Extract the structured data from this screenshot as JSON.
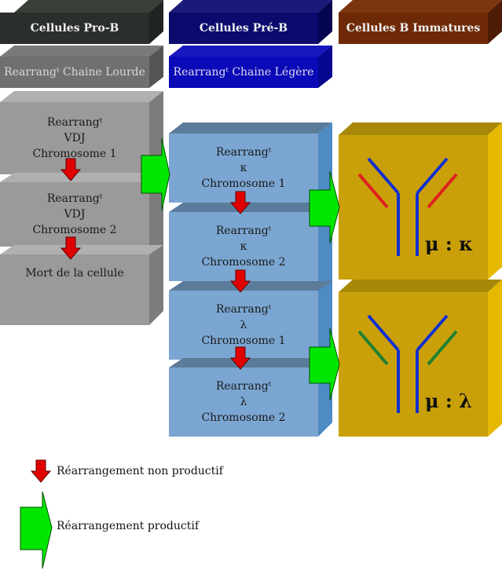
{
  "headers": {
    "pro_b": "Cellules Pro-B",
    "pre_b": "Cellules Pré-B",
    "immature": "Cellules B Immatures"
  },
  "subheaders": {
    "heavy": "Rearrangᵗ Chaine Lourde",
    "light": "Rearrangᵗ Chaine Légère"
  },
  "pro_b_boxes": [
    {
      "l1": "Rearrangᵗ",
      "l2": "VDJ",
      "l3": "Chromosome 1"
    },
    {
      "l1": "Rearrangᵗ",
      "l2": "VDJ",
      "l3": "Chromosome 2"
    },
    {
      "l1": "Mort de la cellule"
    }
  ],
  "pre_b_boxes": [
    {
      "l1": "Rearrangᵗ",
      "l2": "κ",
      "l3": "Chromosome 1"
    },
    {
      "l1": "Rearrangᵗ",
      "l2": "κ",
      "l3": "Chromosome 2"
    },
    {
      "l1": "Rearrangᵗ",
      "l2": "λ",
      "l3": "Chromosome 1"
    },
    {
      "l1": "Rearrangᵗ",
      "l2": "λ",
      "l3": "Chromosome 2"
    }
  ],
  "antibodies": {
    "kappa": "μ : κ",
    "lambda": "μ : λ"
  },
  "legend": {
    "non_productive": "Réarrangement non productif",
    "productive": "Réarrangement productif"
  },
  "colors": {
    "pro_b": "#9a9a9a",
    "pre_b": "#7ba6d2",
    "immature": "#c9a00a",
    "header_dark": "#2a2a2a",
    "header_blue": "#0a0a6a",
    "header_brown": "#6a2a08",
    "red_arrow": "#e00000",
    "green_arrow": "#00e000",
    "heavy_chain": "#1030d0",
    "kappa_chain": "#e02020",
    "lambda_chain": "#208030"
  }
}
